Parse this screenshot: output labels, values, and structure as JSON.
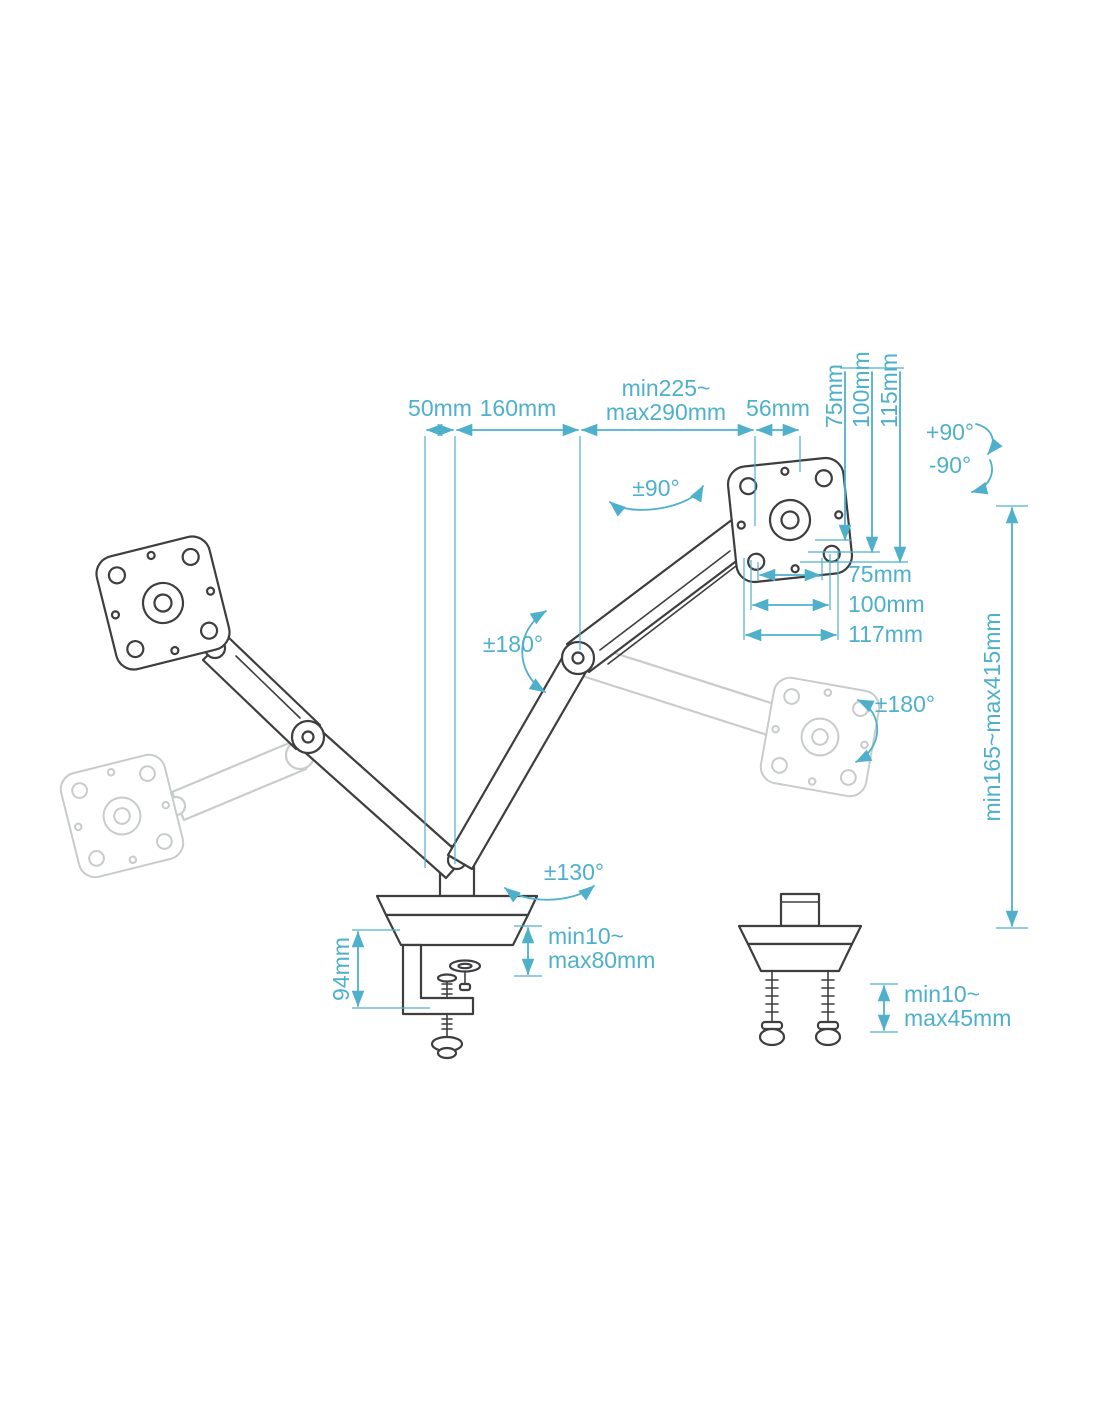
{
  "page": {
    "background": "#ffffff"
  },
  "diagram": {
    "colors": {
      "ink": "#3e3e40",
      "ghost": "#c9cccc",
      "accent": "#4fb0cb"
    },
    "labels": {
      "top_50": "50mm",
      "top_160": "160mm",
      "top_range_1": "min225~",
      "top_range_2": "max290mm",
      "top_56": "56mm",
      "vert_75": "75mm",
      "vert_100": "100mm",
      "vert_115": "115mm",
      "tilt_up": "+90°",
      "tilt_down": "-90°",
      "swivel_90": "±90°",
      "rotate_180_left": "±180°",
      "rotate_180_right": "±180°",
      "holes_75": "75mm",
      "holes_100": "100mm",
      "width_117": "117mm",
      "height_range": "min165~max415mm",
      "base_swivel_130": "±130°",
      "clamp_94": "94mm",
      "clamp_range_1": "min10~",
      "clamp_range_2": "max80mm",
      "grommet_range_1": "min10~",
      "grommet_range_2": "max45mm"
    }
  }
}
